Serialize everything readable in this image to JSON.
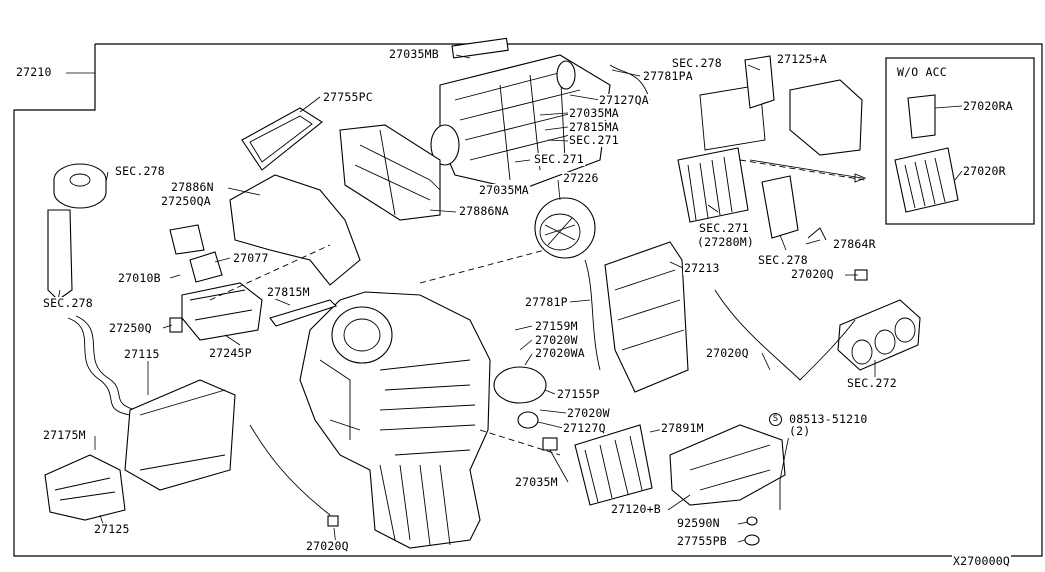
{
  "diagram": {
    "title_code": "27210",
    "drawing_id": "X270000Q",
    "inset_title": "W/O ACC",
    "bolt_spec": {
      "part": "08513-51210",
      "qty": "(2)"
    },
    "labels": {
      "l27035MB": "27035MB",
      "l27781PA": "27781PA",
      "lsec278a": "SEC.278",
      "l27125A": "27125+A",
      "l27755PC": "27755PC",
      "l27127QA": "27127QA",
      "l27035MA1": "27035MA",
      "l27815MA": "27815MA",
      "lsec271a": "SEC.271",
      "l27020RA": "27020RA",
      "lsec278b": "SEC.278",
      "lsec271b": "SEC.271",
      "l27886N": "27886N",
      "l27250QA": "27250QA",
      "l27035MA2": "27035MA",
      "l27226": "27226",
      "l27020R": "27020R",
      "l27886NA": "27886NA",
      "lsec271c": "SEC.271",
      "l27280M": "(27280M)",
      "l27864R": "27864R",
      "l27077": "27077",
      "l27010B": "27010B",
      "l27213": "27213",
      "lsec278c": "SEC.278",
      "l27020Q1": "27020Q",
      "lsec278d": "SEC.278",
      "l27815M": "27815M",
      "l27781P": "27781P",
      "l27250Q": "27250Q",
      "l27245P": "27245P",
      "l27159M": "27159M",
      "l27020W1": "27020W",
      "l27020WA": "27020WA",
      "l27115": "27115",
      "l27020Q2": "27020Q",
      "l27155P": "27155P",
      "lsec272": "SEC.272",
      "l27020W2": "27020W",
      "l27175M": "27175M",
      "l27127Q": "27127Q",
      "l27891M": "27891M",
      "l27035M": "27035M",
      "l27120B": "27120+B",
      "l92590N": "92590N",
      "l27125": "27125",
      "l27755PB": "27755PB",
      "l27020Q3": "27020Q"
    }
  }
}
